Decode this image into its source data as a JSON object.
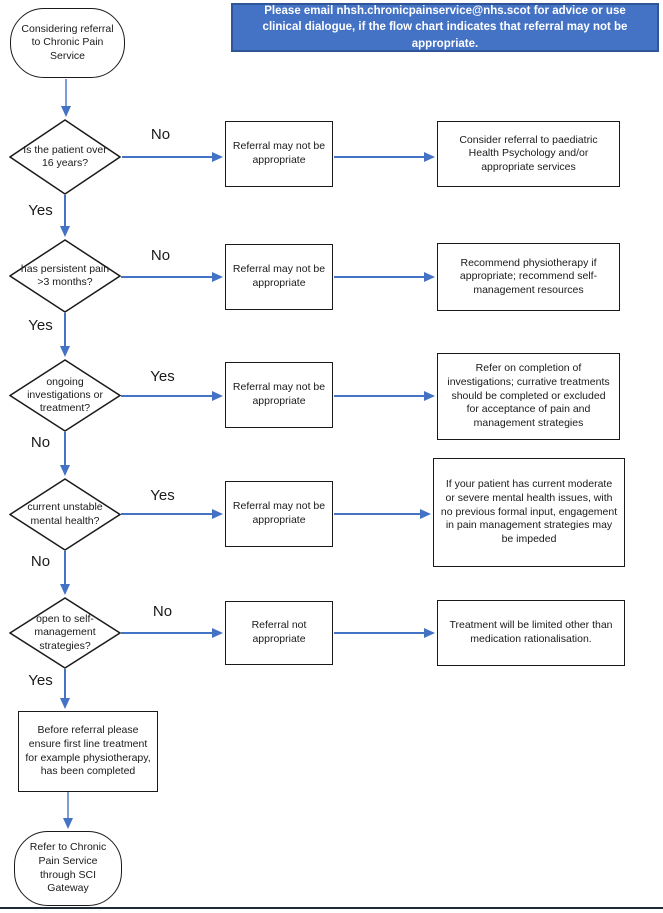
{
  "banner": {
    "text": "Please email nhsh.chronicpainservice@nhs.scot for advice or use clinical dialogue, if the flow chart indicates that referral may not be appropriate."
  },
  "start": {
    "label": "Considering referral to Chronic Pain Service"
  },
  "rows": [
    {
      "question": "Is the patient over 16 years?",
      "branch_label": "No",
      "down_label": "Yes",
      "middle": "Referral may not be appropriate",
      "outcome": "Consider referral to paediatric Health Psychology and/or appropriate services"
    },
    {
      "question": "has persistent pain >3 months?",
      "branch_label": "No",
      "down_label": "Yes",
      "middle": "Referral may not be appropriate",
      "outcome": "Recommend physiotherapy if appropriate; recommend self-management resources"
    },
    {
      "question": "ongoing investigations or treatment?",
      "branch_label": "Yes",
      "down_label": "No",
      "middle": "Referral may not be appropriate",
      "outcome": "Refer on completion of investigations; currative treatments should be completed or excluded for acceptance of pain and management strategies"
    },
    {
      "question": "current unstable mental health?",
      "branch_label": "Yes",
      "down_label": "No",
      "middle": "Referral may not be appropriate",
      "outcome": "If your patient has current moderate or severe mental health issues, with no previous formal input, engagement in pain management strategies may be impeded"
    },
    {
      "question": "open to self-management strategies?",
      "branch_label": "No",
      "down_label": "Yes",
      "middle": "Referral not appropriate",
      "outcome": "Treatment will be limited other than medication rationalisation."
    }
  ],
  "pre_referral": {
    "label": "Before referral please ensure first line treatment for example physiotherapy, has been completed"
  },
  "end": {
    "label": "Refer to Chronic Pain Service through SCI Gateway"
  },
  "colors": {
    "accent": "#4472C4",
    "banner_fill": "#4472C4",
    "banner_border": "#2E5597",
    "shape_border": "#1a1a1a"
  }
}
